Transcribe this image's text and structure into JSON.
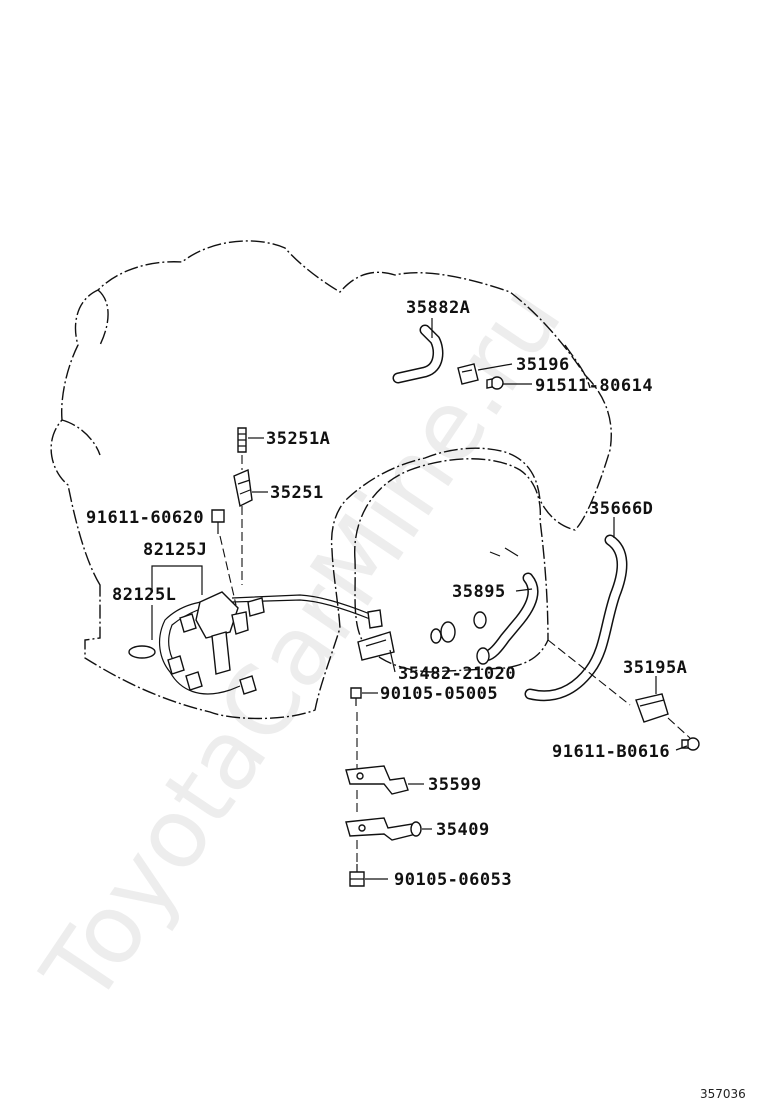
{
  "watermark": "ToyotaCarMine.ru",
  "reference_number": "357036",
  "parts": {
    "p35882A": "35882A",
    "p35196": "35196",
    "p91511": "91511-80614",
    "p35251A": "35251A",
    "p35251": "35251",
    "p91611a": "91611-60620",
    "p82125J": "82125J",
    "p82125L": "82125L",
    "p35666D": "35666D",
    "p35895": "35895",
    "p35482": "35482-21020",
    "p90105a": "90105-05005",
    "p35195A": "35195A",
    "p91611b": "91611-B0616",
    "p35599": "35599",
    "p35409": "35409",
    "p90105b": "90105-06053"
  }
}
